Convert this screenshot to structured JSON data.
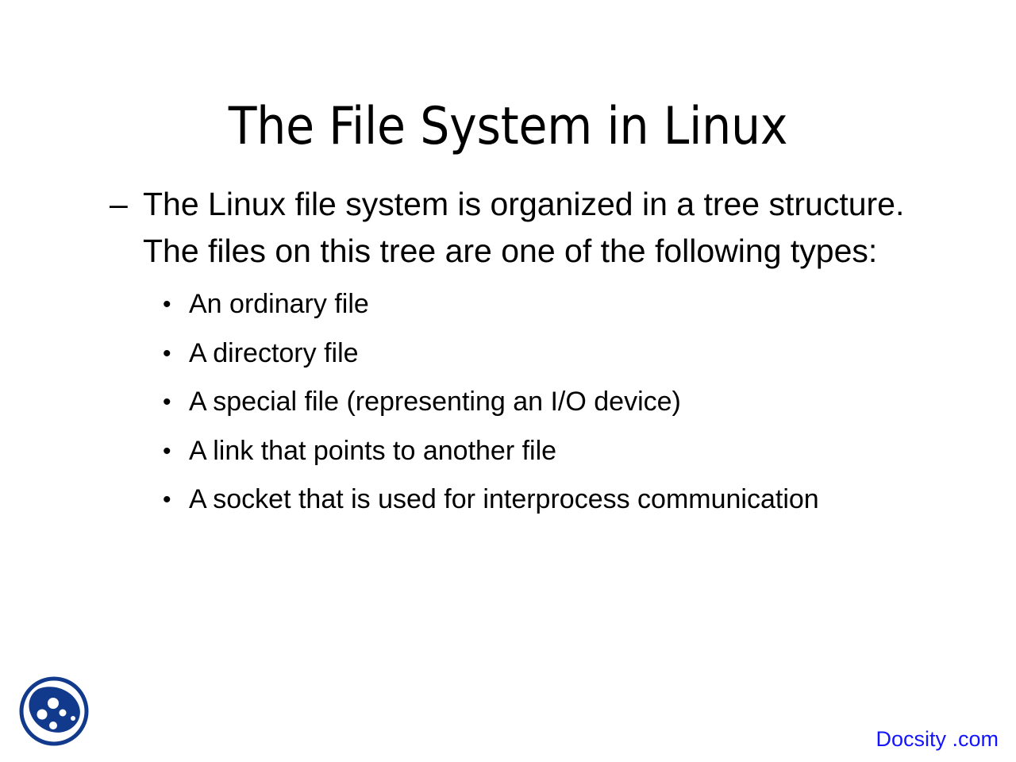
{
  "slide": {
    "title": "The File System in Linux",
    "background_color": "#ffffff",
    "text_color": "#000000"
  },
  "body": {
    "level1": [
      {
        "marker": "–",
        "text": "The Linux file system is organized in a tree structure. The files on this tree are one of the following types:",
        "children": [
          {
            "marker": "•",
            "text": "An ordinary file"
          },
          {
            "marker": "•",
            "text": "A directory file"
          },
          {
            "marker": "•",
            "text": "A special file (representing an I/O device)"
          },
          {
            "marker": "•",
            "text": "A link that points to another file"
          },
          {
            "marker": "•",
            "text": "A socket that is used for interprocess communication"
          }
        ]
      }
    ]
  },
  "footer": {
    "wordmark": "Docsity .com",
    "wordmark_color": "#1414ff"
  },
  "logo": {
    "name": "docsity-logo",
    "ring_color": "#123a8c",
    "blob_color": "#123a8c",
    "dot_color": "#ffffff"
  }
}
